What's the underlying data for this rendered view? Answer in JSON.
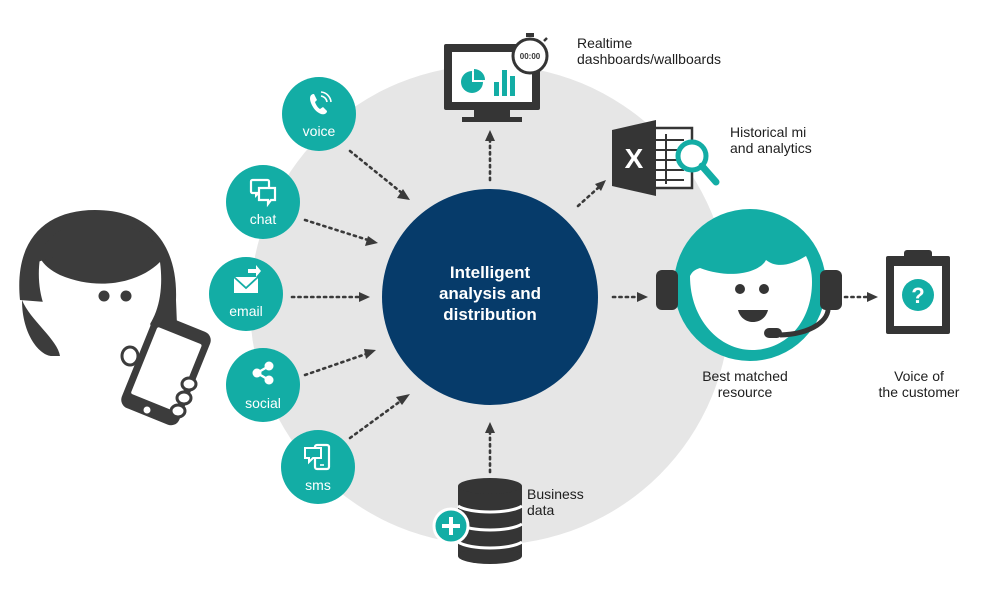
{
  "colors": {
    "teal": "#13ADA5",
    "navy": "#063B6A",
    "ring": "#E6E6E6",
    "dark": "#353535",
    "person": "#3C3C3C"
  },
  "channels": [
    {
      "label": "voice",
      "icon": "phone-icon"
    },
    {
      "label": "chat",
      "icon": "chat-bubbles-icon"
    },
    {
      "label": "email",
      "icon": "envelope-icon"
    },
    {
      "label": "social",
      "icon": "share-icon"
    },
    {
      "label": "sms",
      "icon": "mobile-message-icon"
    }
  ],
  "hub": {
    "lines": [
      "Intelligent",
      "analysis and",
      "distribution"
    ]
  },
  "outputs": {
    "realtime": {
      "lines": [
        "Realtime",
        "dashboards/wallboards"
      ],
      "timer": "00:00"
    },
    "historical": {
      "lines": [
        "Historical mi",
        "and analytics"
      ],
      "badge": "X"
    },
    "resource": {
      "lines": [
        "Best matched",
        "resource"
      ]
    },
    "voc": {
      "lines": [
        "Voice of",
        "the customer"
      ],
      "badge": "?"
    },
    "business": {
      "lines": [
        "Business",
        "data"
      ]
    }
  }
}
